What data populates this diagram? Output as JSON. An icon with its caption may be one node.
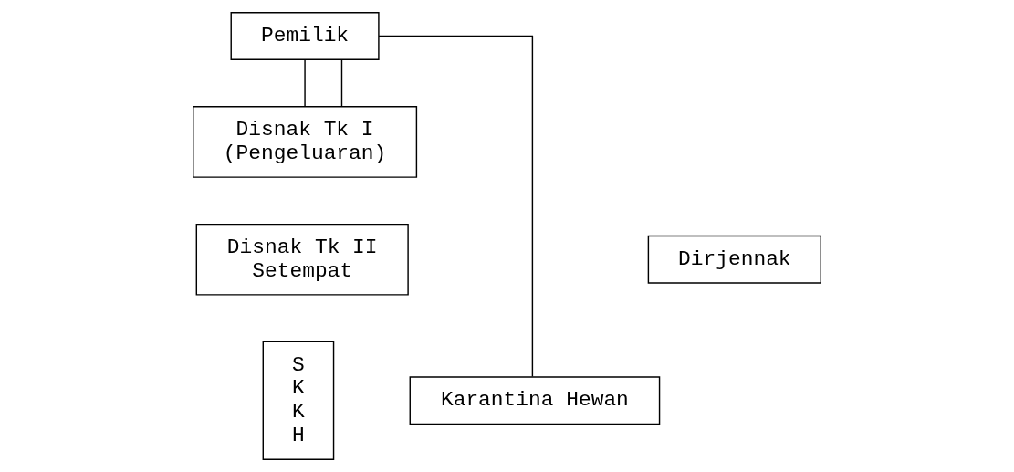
{
  "diagram": {
    "nodes": [
      {
        "text": [
          "Pemilik"
        ]
      },
      {
        "text": [
          "Disnak Tk I (Pengeluaran)"
        ]
      },
      {
        "text": [
          "Disnak Tk II Setempat"
        ]
      },
      {
        "text": [
          "Dirjennak"
        ]
      },
      {
        "text": [
          "S K K H"
        ]
      },
      {
        "text": [
          "Karantina Hewan"
        ]
      }
    ],
    "edges": [
      {
        "from": 0,
        "to": 1,
        "arrow": "none"
      },
      {
        "from": 0,
        "to": 1,
        "arrow": "none"
      },
      {
        "from": 0,
        "to": 5,
        "arrow": "none"
      }
    ]
  }
}
